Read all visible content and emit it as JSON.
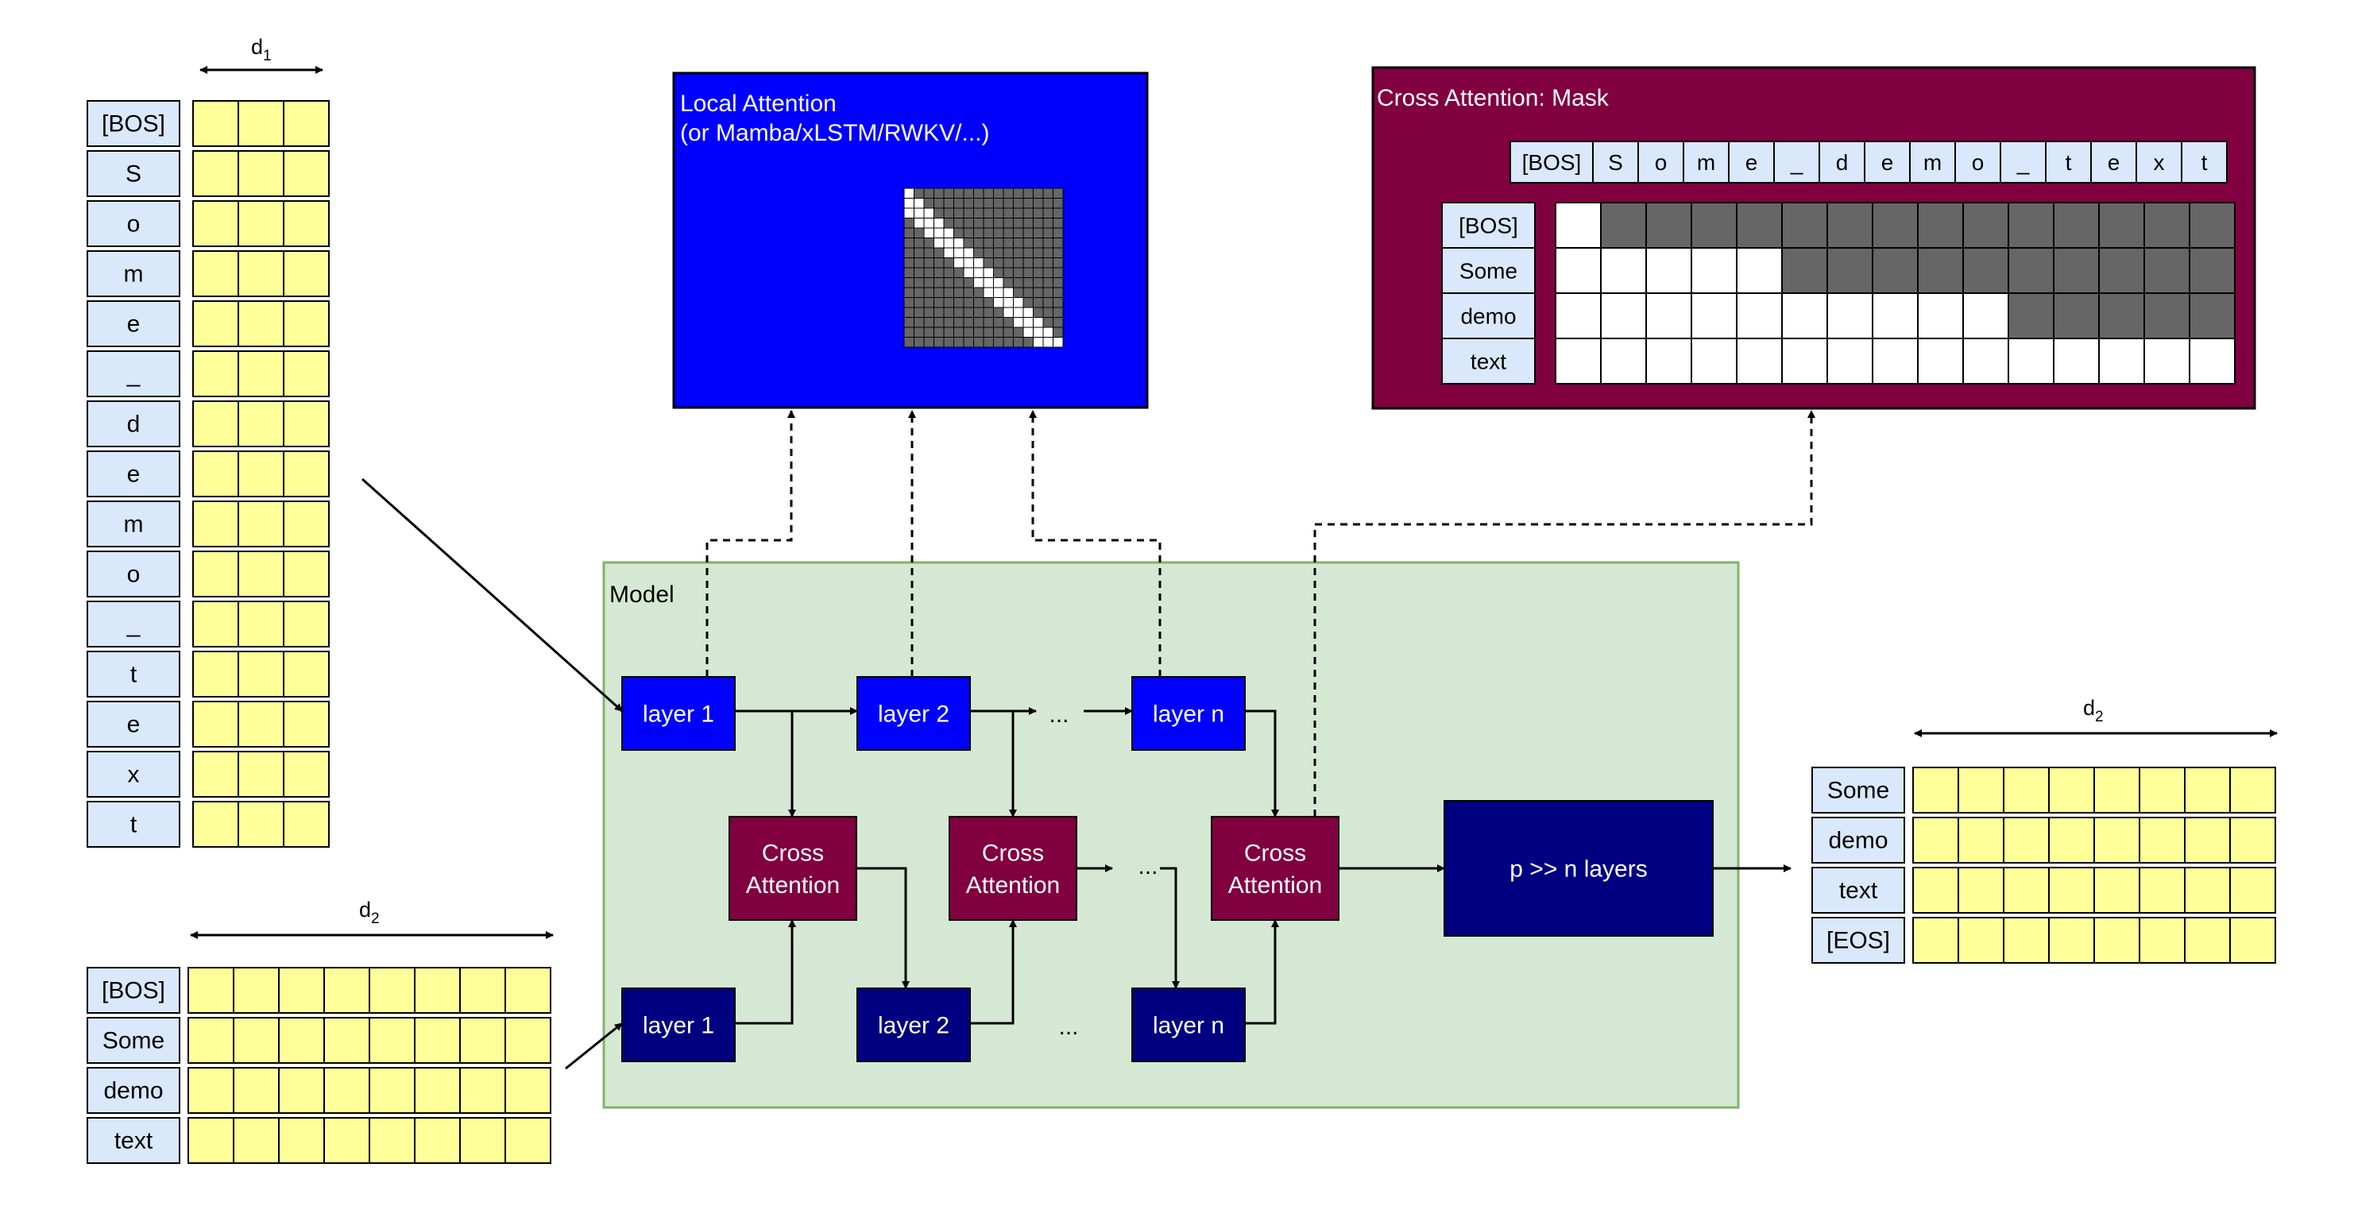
{
  "char_tokens": [
    "[BOS]",
    "S",
    "o",
    "m",
    "e",
    "_",
    "d",
    "e",
    "m",
    "o",
    "_",
    "t",
    "e",
    "x",
    "t"
  ],
  "word_tokens_in": [
    "[BOS]",
    "Some",
    "demo",
    "text"
  ],
  "word_tokens_out": [
    "Some",
    "demo",
    "text",
    "[EOS]"
  ],
  "dim_labels": {
    "d1_base": "d",
    "d1_sub": "1",
    "d2_base": "d",
    "d2_sub": "2"
  },
  "local_attention": {
    "line1": "Local Attention",
    "line2": "(or Mamba/xLSTM/RWKV/...)",
    "grid_size": 16,
    "window": 3
  },
  "cross_attention_mask": {
    "title": "Cross Attention: Mask",
    "col_labels": [
      "[BOS]",
      "S",
      "o",
      "m",
      "e",
      "_",
      "d",
      "e",
      "m",
      "o",
      "_",
      "t",
      "e",
      "x",
      "t"
    ],
    "row_labels": [
      "[BOS]",
      "Some",
      "demo",
      "text"
    ],
    "visible_until": [
      1,
      5,
      10,
      15
    ]
  },
  "model": {
    "label": "Model",
    "top_layers": [
      "layer 1",
      "layer 2",
      "layer n"
    ],
    "bottom_layers": [
      "layer 1",
      "layer 2",
      "layer n"
    ],
    "cross_attention": "Cross\nAttention",
    "ellipsis": "...",
    "final_block": "p >> n layers"
  },
  "colors": {
    "embed_cell": "#FFFF99",
    "token_box": "#DAE8FC",
    "bright_blue": "#0000FF",
    "navy": "#000080",
    "maroon": "#800040",
    "model_bg": "#D5E8D4",
    "model_border": "#82B366",
    "mask_dark": "#666666"
  }
}
